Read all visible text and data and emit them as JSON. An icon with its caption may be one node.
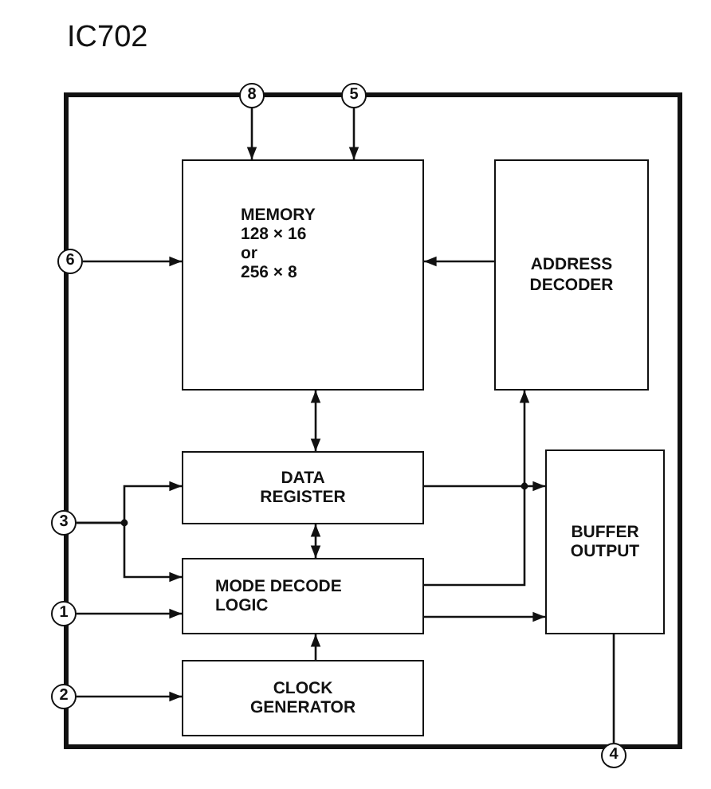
{
  "diagram": {
    "nodes": [
      {
        "text": [
          "IC702"
        ]
      },
      {
        "text": [
          "MEMORY",
          "128 × 16",
          "or",
          "256 × 8"
        ],
        "in": 0
      },
      {
        "text": [
          "ADDRESS DECODER"
        ],
        "in": 0
      },
      {
        "text": [
          "DATA REGISTER"
        ],
        "in": 0
      },
      {
        "text": [
          "BUFFER OUTPUT"
        ],
        "in": 0
      },
      {
        "text": [
          "MODE DECODE LOGIC"
        ],
        "in": 0
      },
      {
        "text": [
          "CLOCK GENERATOR"
        ],
        "in": 0
      },
      {
        "text": [
          "8"
        ]
      },
      {
        "text": [
          "5"
        ]
      },
      {
        "text": [
          "6"
        ]
      },
      {
        "text": [
          "3"
        ]
      },
      {
        "text": [
          "1"
        ]
      },
      {
        "text": [
          "2"
        ]
      },
      {
        "text": [
          "4"
        ]
      }
    ],
    "edges": [
      {
        "from": 7,
        "to": 1,
        "arrow": "to"
      },
      {
        "from": 8,
        "to": 1,
        "arrow": "to"
      },
      {
        "from": 9,
        "to": 1,
        "arrow": "to"
      },
      {
        "from": 2,
        "to": 1,
        "arrow": "to"
      },
      {
        "from": 1,
        "to": 3,
        "arrow": "both"
      },
      {
        "from": 3,
        "to": 5,
        "arrow": "both"
      },
      {
        "from": 6,
        "to": 5,
        "arrow": "to"
      },
      {
        "from": 10,
        "to": 3,
        "arrow": "to"
      },
      {
        "from": 10,
        "to": 5,
        "arrow": "to"
      },
      {
        "from": 11,
        "to": 5,
        "arrow": "to"
      },
      {
        "from": 12,
        "to": 6,
        "arrow": "to"
      },
      {
        "from": 3,
        "to": 4,
        "arrow": "to"
      },
      {
        "from": 5,
        "to": 2,
        "arrow": "to"
      },
      {
        "from": 5,
        "to": 4,
        "arrow": "to"
      },
      {
        "from": 4,
        "to": 13,
        "arrow": "none"
      }
    ]
  }
}
